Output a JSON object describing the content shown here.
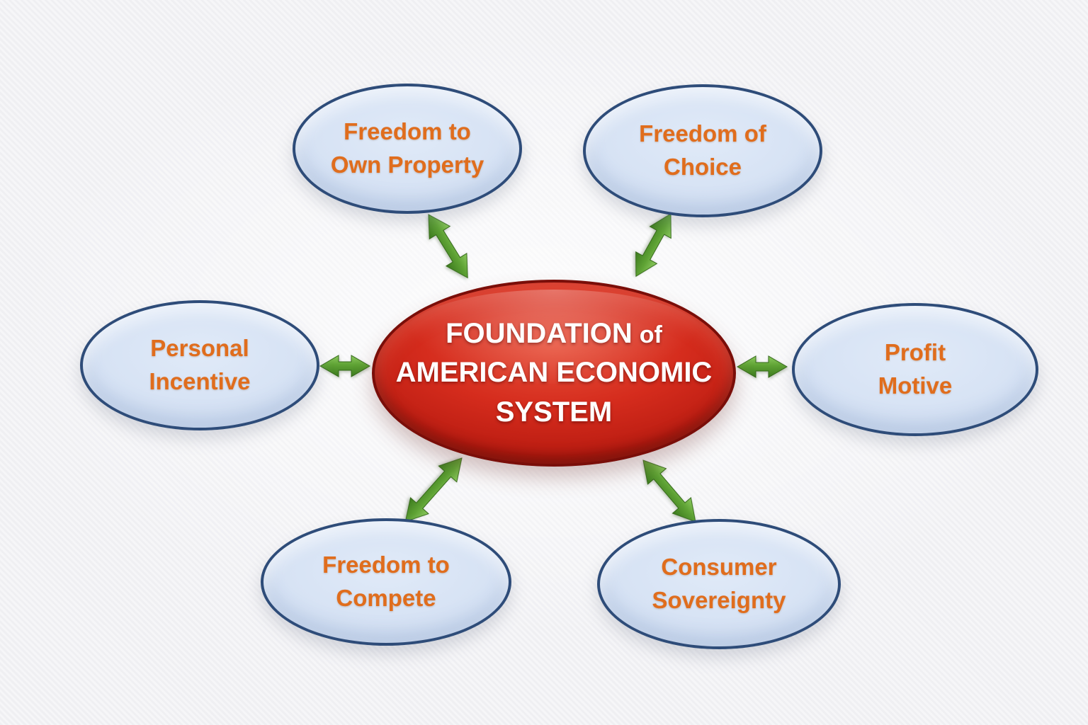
{
  "diagram": {
    "title": "Foundation of American Economic System diagram",
    "center": {
      "id": "foundation-of-american-economic-system",
      "title_word": "FOUNDATION",
      "title_connector": "of",
      "line2": "AMERICAN ECONOMIC",
      "line3": "SYSTEM"
    },
    "nodes": [
      {
        "id": "freedom-to-own-property",
        "position": "top-left",
        "line1": "Freedom to",
        "line2": "Own Property"
      },
      {
        "id": "freedom-of-choice",
        "position": "top-right",
        "line1": "Freedom of",
        "line2": "Choice"
      },
      {
        "id": "personal-incentive",
        "position": "left",
        "line1": "Personal",
        "line2": "Incentive"
      },
      {
        "id": "profit-motive",
        "position": "right",
        "line1": "Profit",
        "line2": "Motive"
      },
      {
        "id": "freedom-to-compete",
        "position": "bottom-left",
        "line1": "Freedom to",
        "line2": "Compete"
      },
      {
        "id": "consumer-sovereignty",
        "position": "bottom-right",
        "line1": "Consumer",
        "line2": "Sovereignty"
      }
    ],
    "connectors": [
      {
        "from": "center",
        "to": "freedom-to-own-property",
        "type": "double-headed-arrow"
      },
      {
        "from": "center",
        "to": "freedom-of-choice",
        "type": "double-headed-arrow"
      },
      {
        "from": "center",
        "to": "personal-incentive",
        "type": "double-headed-arrow"
      },
      {
        "from": "center",
        "to": "profit-motive",
        "type": "double-headed-arrow"
      },
      {
        "from": "center",
        "to": "freedom-to-compete",
        "type": "double-headed-arrow"
      },
      {
        "from": "center",
        "to": "consumer-sovereignty",
        "type": "double-headed-arrow"
      }
    ],
    "colors": {
      "background": "#f4f4f6",
      "node_fill_light": "#e0eaf8",
      "node_fill_dark": "#b6c9e7",
      "node_border": "#2e4c79",
      "node_text_orange": "#e06d1d",
      "center_fill_light": "#e7503a",
      "center_fill_dark": "#8a0f08",
      "center_border": "#7a0e09",
      "center_text": "#ffffff",
      "arrow_green_light": "#85c557",
      "arrow_green_dark": "#3e7b1f"
    }
  }
}
